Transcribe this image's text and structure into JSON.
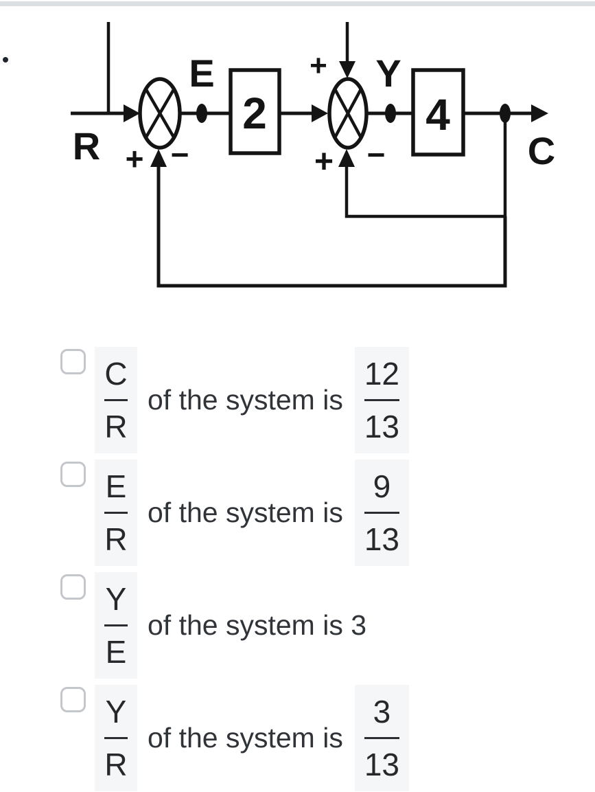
{
  "colors": {
    "top_bar": "#dbdfe2",
    "diagram_ink": "#141414",
    "option_text": "#303439",
    "fraction_background": "#f5f6f7",
    "checkbox_border": "#c3c6ca"
  },
  "diagram": {
    "signals": {
      "input": "R",
      "error": "E",
      "intermediate": "Y",
      "output": "C"
    },
    "blocks": {
      "first_gain": "2",
      "second_gain": "4"
    },
    "sum1": {
      "bottom_left_sign": "+",
      "bottom_right_sign": "−"
    },
    "sum2": {
      "top_sign": "+",
      "bottom_left_sign": "+",
      "bottom_right_sign": "−"
    }
  },
  "options": [
    {
      "checked": false,
      "ratio": {
        "numerator": "C",
        "denominator": "R"
      },
      "text": "of the system is",
      "value": {
        "numerator": "12",
        "denominator": "13"
      }
    },
    {
      "checked": false,
      "ratio": {
        "numerator": "E",
        "denominator": "R"
      },
      "text": "of the system is",
      "value": {
        "numerator": "9",
        "denominator": "13"
      }
    },
    {
      "checked": false,
      "ratio": {
        "numerator": "Y",
        "denominator": "E"
      },
      "text": "of the system is 3"
    },
    {
      "checked": false,
      "ratio": {
        "numerator": "Y",
        "denominator": "R"
      },
      "text": "of the system is",
      "value": {
        "numerator": "3",
        "denominator": "13"
      }
    }
  ]
}
